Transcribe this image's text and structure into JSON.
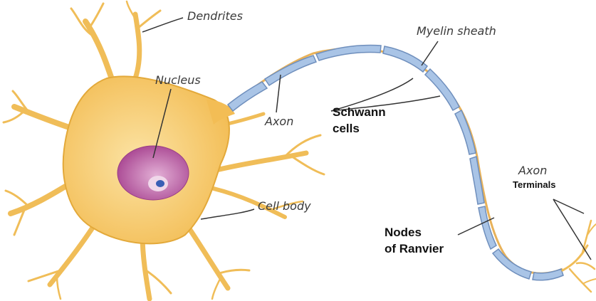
{
  "labels": {
    "dendrites": "Dendrites",
    "nucleus": "Nucleus",
    "myelin_sheath": "Myelin sheath",
    "axon": "Axon",
    "schwann_line1": "Schwann",
    "schwann_line2": "cells",
    "cell_body": "Cell body",
    "axon_terminals_line1": "Axon",
    "axon_terminals_line2": "Terminals",
    "nodes_line1": "Nodes",
    "nodes_line2": "of Ranvier"
  },
  "colors": {
    "cell_fill": "#f7c968",
    "cell_edge": "#e3a93a",
    "nucleus": "#b54f9e",
    "myelin": "#a9c4e6",
    "myelin_edge": "#6f8fbd",
    "label_text": "#3a3a3a",
    "leader_line": "#333333"
  }
}
